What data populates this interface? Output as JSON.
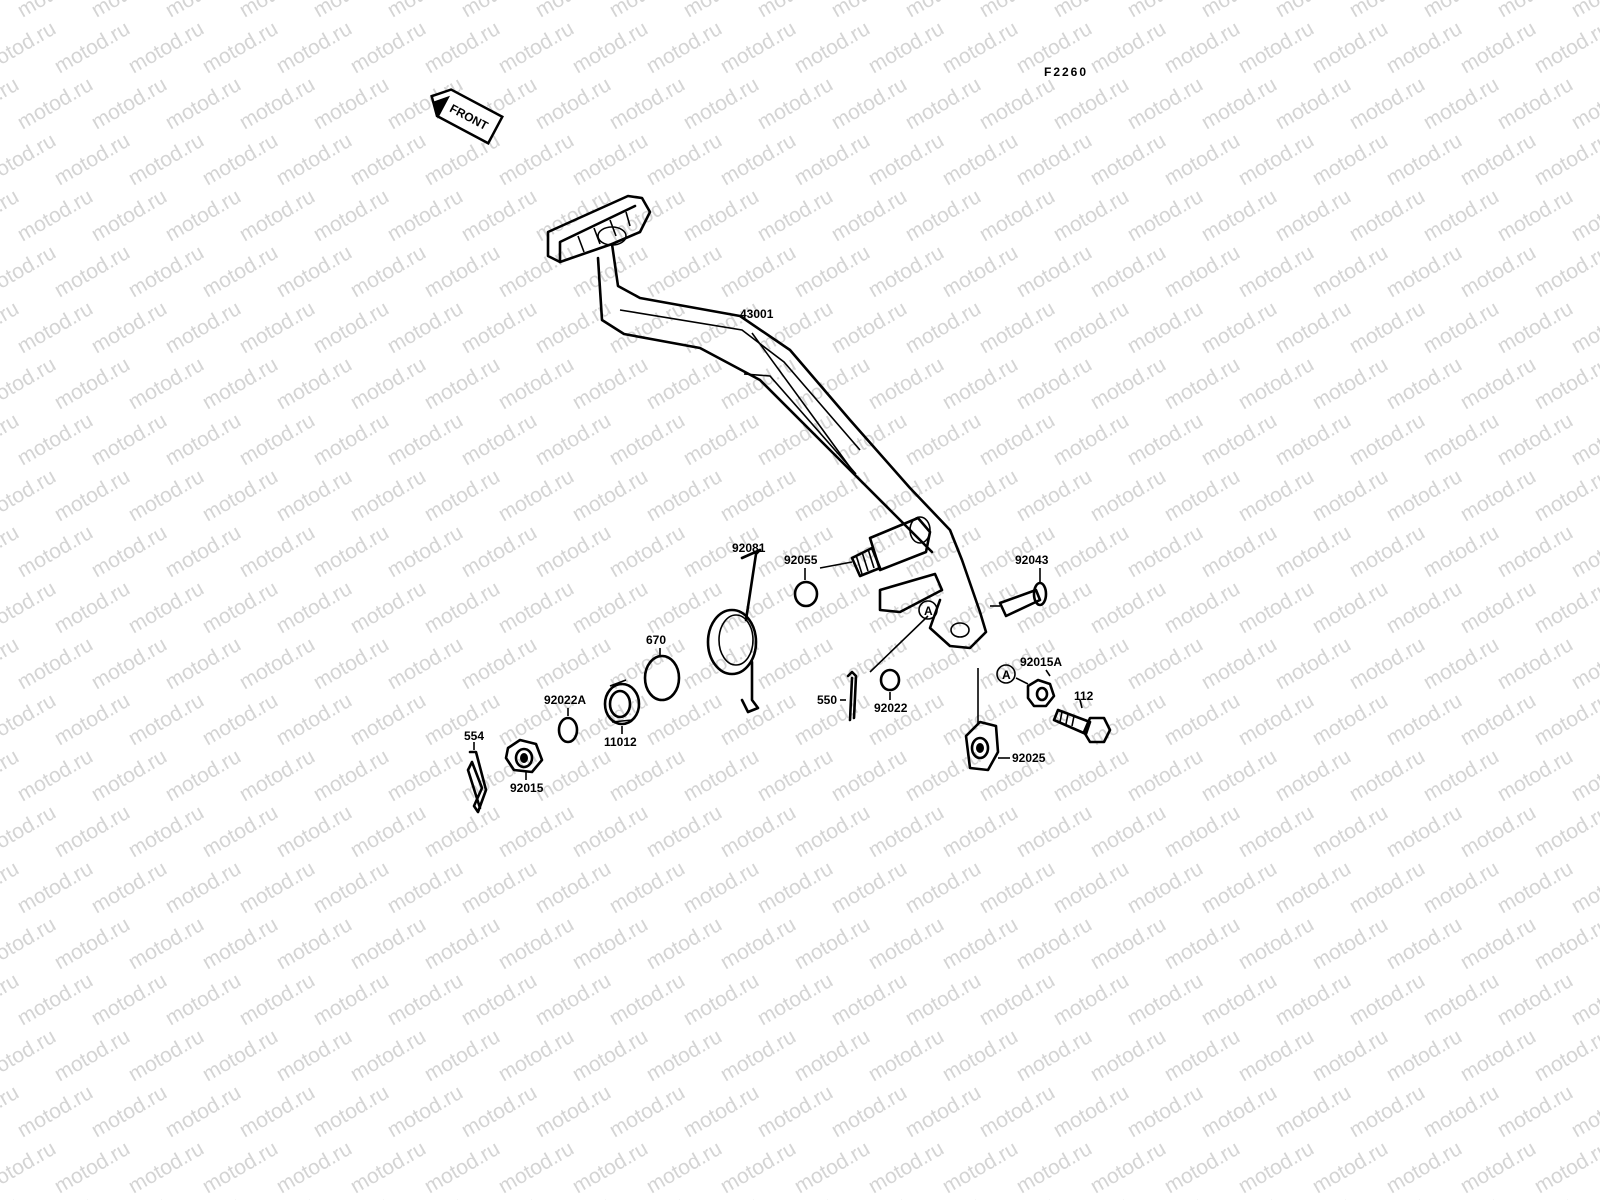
{
  "diagram_code": "F2260",
  "front_label": "FRONT",
  "reference_letter": "A",
  "watermark": "motod.ru",
  "parts": {
    "p43001": "43001",
    "p92081": "92081",
    "p92055": "92055",
    "p92043": "92043",
    "p670": "670",
    "p92022A": "92022A",
    "p11012": "11012",
    "p554": "554",
    "p92015": "92015",
    "p550": "550",
    "p92022": "92022",
    "p92015A": "92015A",
    "p112": "112",
    "p92025": "92025"
  }
}
